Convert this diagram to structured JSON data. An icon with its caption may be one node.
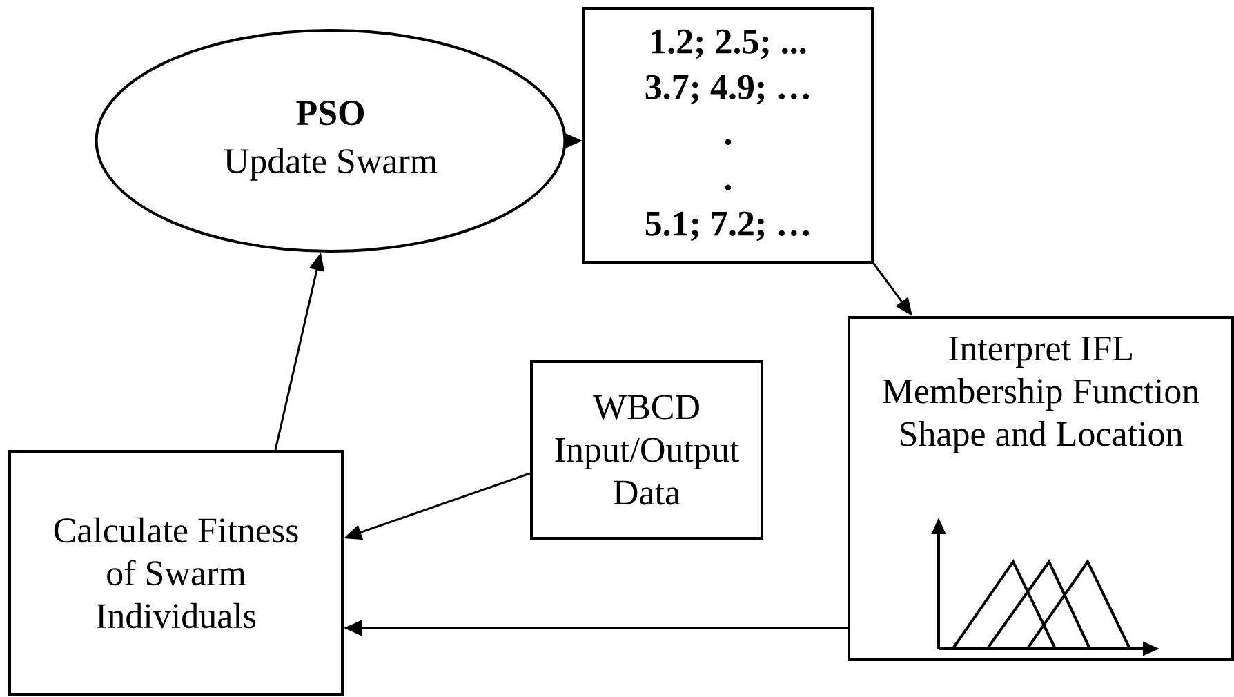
{
  "diagram": {
    "nodes": [
      {
        "text": [
          "PSO",
          "Update Swarm"
        ]
      },
      {
        "text": [
          "1.2; 2.5; ...",
          "3.7; 4.9; …",
          ".",
          ".",
          "5.1; 7.2; …"
        ]
      },
      {
        "text": [
          "Interpret IFL Membership Function Shape and Location"
        ]
      },
      {
        "text": [
          "WBCD Input/Output Data"
        ]
      },
      {
        "text": [
          "Calculate Fitness of Swarm Individuals"
        ]
      }
    ],
    "edges": [
      {
        "from": 0,
        "to": 1,
        "arrow": "to"
      },
      {
        "from": 1,
        "to": 2,
        "arrow": "to"
      },
      {
        "from": 3,
        "to": 4,
        "arrow": "to"
      },
      {
        "from": 2,
        "to": 4,
        "arrow": "to"
      },
      {
        "from": 4,
        "to": 0,
        "arrow": "to"
      }
    ]
  }
}
